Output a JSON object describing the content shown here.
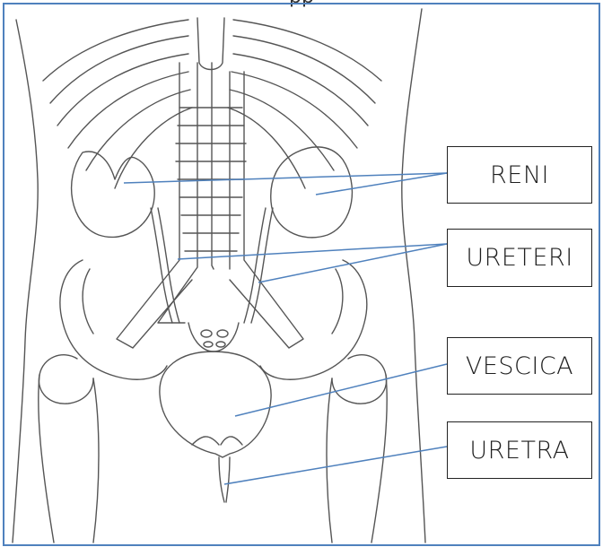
{
  "header": {
    "title_fragment": "pp"
  },
  "labels": {
    "kidneys": "RENI",
    "ureters": "URETERI",
    "bladder": "VESCICA",
    "urethra": "URETRA"
  },
  "colors": {
    "leader_line": "#4f81bd",
    "border": "#4f81bd",
    "outline": "#555555",
    "label_border": "#222222"
  }
}
